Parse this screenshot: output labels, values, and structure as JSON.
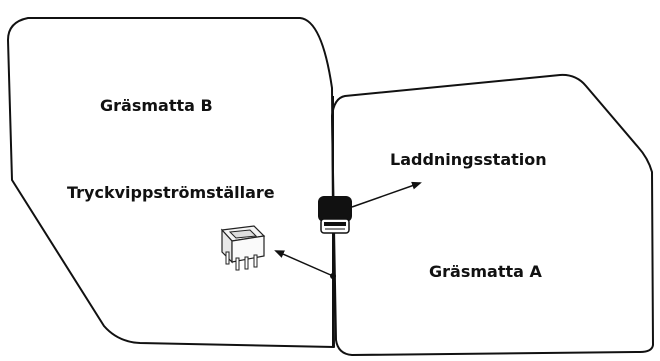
{
  "labels": {
    "lawn_b": "Gräsmatta B",
    "lawn_a": "Gräsmatta A",
    "charging_station": "Laddningsstation",
    "rocker_switch": "Tryckvippströmställare"
  },
  "colors": {
    "outline": "#111111",
    "background": "#ffffff",
    "station_body": "#111111",
    "switch_body": "#f2f2f2"
  },
  "icons": {
    "station": "charging-station-icon",
    "switch": "rocker-switch-icon"
  }
}
